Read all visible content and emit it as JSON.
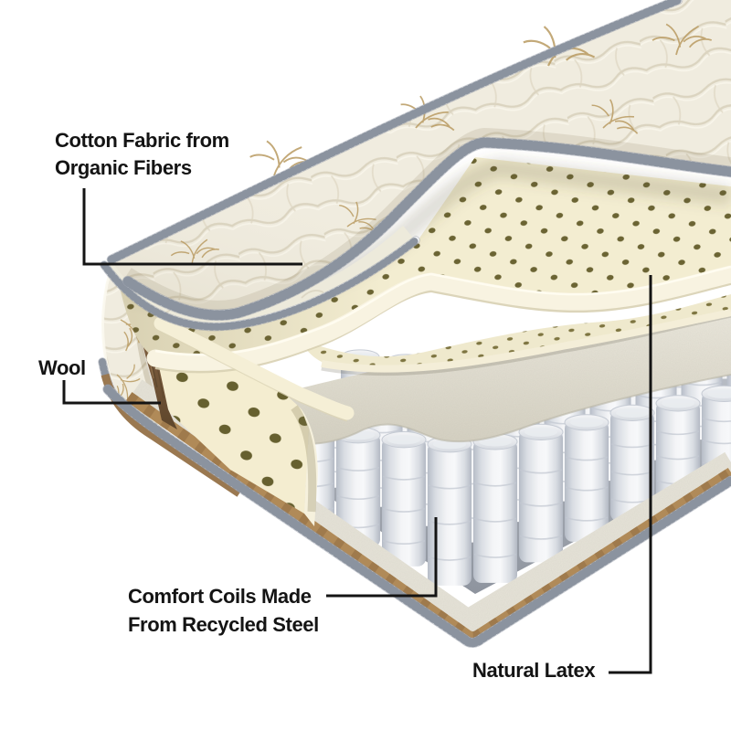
{
  "figure": {
    "background": "#ffffff",
    "labels": {
      "cotton": "Cotton Fabric from\nOrganic Fibers",
      "wool": "Wool",
      "coils": "Comfort Coils Made\nFrom Recycled Steel",
      "latex": "Natural Latex"
    },
    "colors": {
      "label_text": "#141414",
      "leader_line": "#141414",
      "fabric_cream": "#f0ecdf",
      "quilt_shadow": "#d9d2bd",
      "embroidery_gold": "#b89a60",
      "latex_cream": "#f3edd1",
      "latex_hole_olive": "#57511e",
      "wool_brown": "#75573a",
      "felt_beige": "#e3e0d3",
      "coil_white": "#f4f5f7",
      "coil_shadow": "#b6bcc7",
      "base_tan": "#b08a58",
      "piping_gray": "#7f8896"
    }
  }
}
